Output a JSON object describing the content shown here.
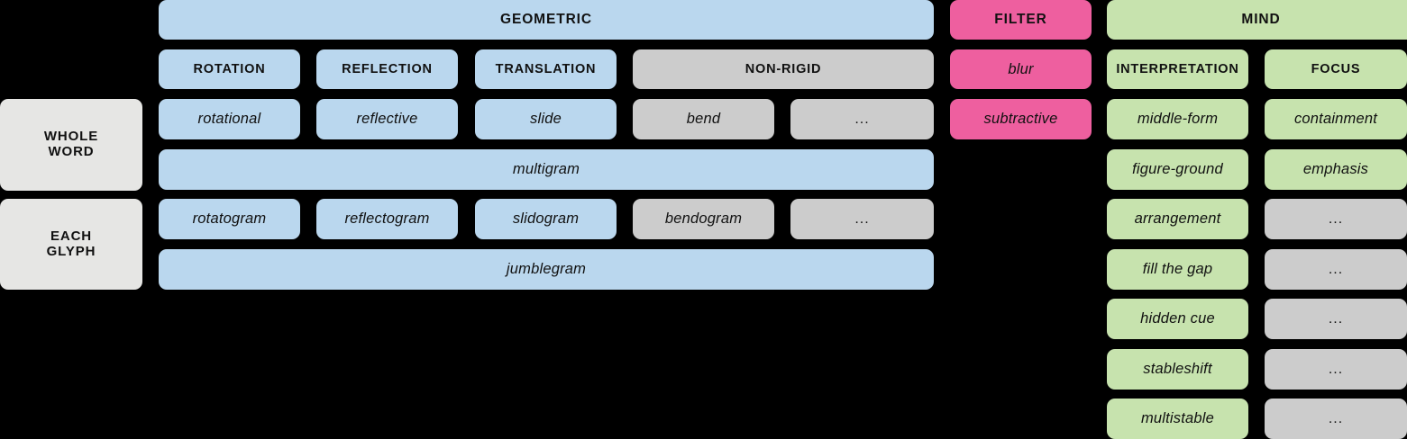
{
  "palette": {
    "background": "#000000",
    "blue": "#bad7ee",
    "pink": "#ee5f9f",
    "green": "#c7e3ae",
    "gray": "#cccccc",
    "label_gray": "#e6e6e4",
    "text": "#111111"
  },
  "row_labels": [
    {
      "id": "whole-word",
      "text": "WHOLE\nWORD"
    },
    {
      "id": "each-glyph",
      "text": "EACH\nGLYPH"
    }
  ],
  "groups": [
    {
      "id": "geometric",
      "label": "GEOMETRIC",
      "color": "blue"
    },
    {
      "id": "filter",
      "label": "FILTER",
      "color": "pink"
    },
    {
      "id": "mind",
      "label": "MIND",
      "color": "green"
    }
  ],
  "columns": [
    {
      "id": "rotation",
      "label": "ROTATION",
      "color": "blue"
    },
    {
      "id": "reflection",
      "label": "REFLECTION",
      "color": "blue"
    },
    {
      "id": "translation",
      "label": "TRANSLATION",
      "color": "blue"
    },
    {
      "id": "non-rigid",
      "label": "NON-RIGID",
      "color": "gray"
    },
    {
      "id": "blur",
      "label": "blur",
      "color": "pink"
    },
    {
      "id": "interpretation",
      "label": "INTERPRETATION",
      "color": "green"
    },
    {
      "id": "focus",
      "label": "FOCUS",
      "color": "green"
    }
  ],
  "cells": {
    "whole_word": [
      {
        "id": "rotational",
        "text": "rotational",
        "color": "blue"
      },
      {
        "id": "reflective",
        "text": "reflective",
        "color": "blue"
      },
      {
        "id": "slide",
        "text": "slide",
        "color": "blue"
      },
      {
        "id": "bend",
        "text": "bend",
        "color": "gray"
      },
      {
        "id": "nonrigid-more",
        "text": "...",
        "color": "gray"
      },
      {
        "id": "subtractive",
        "text": "subtractive",
        "color": "pink"
      }
    ],
    "whole_word_span": {
      "id": "multigram",
      "text": "multigram",
      "color": "blue"
    },
    "each_glyph": [
      {
        "id": "rotatogram",
        "text": "rotatogram",
        "color": "blue"
      },
      {
        "id": "reflectogram",
        "text": "reflectogram",
        "color": "blue"
      },
      {
        "id": "slidogram",
        "text": "slidogram",
        "color": "blue"
      },
      {
        "id": "bendogram",
        "text": "bendogram",
        "color": "gray"
      },
      {
        "id": "nonrigid-more-2",
        "text": "...",
        "color": "gray"
      }
    ],
    "each_glyph_span": {
      "id": "jumblegram",
      "text": "jumblegram",
      "color": "blue"
    },
    "interpretation": [
      {
        "id": "middle-form",
        "text": "middle-form",
        "color": "green"
      },
      {
        "id": "figure-ground",
        "text": "figure-ground",
        "color": "green"
      },
      {
        "id": "arrangement",
        "text": "arrangement",
        "color": "green"
      },
      {
        "id": "fill-the-gap",
        "text": "fill the gap",
        "color": "green"
      },
      {
        "id": "hidden-cue",
        "text": "hidden cue",
        "color": "green"
      },
      {
        "id": "stableshift",
        "text": "stableshift",
        "color": "green"
      },
      {
        "id": "multistable",
        "text": "multistable",
        "color": "green"
      }
    ],
    "focus": [
      {
        "id": "containment",
        "text": "containment",
        "color": "green"
      },
      {
        "id": "emphasis",
        "text": "emphasis",
        "color": "green"
      },
      {
        "id": "focus-more-1",
        "text": "...",
        "color": "gray"
      },
      {
        "id": "focus-more-2",
        "text": "...",
        "color": "gray"
      },
      {
        "id": "focus-more-3",
        "text": "...",
        "color": "gray"
      },
      {
        "id": "focus-more-4",
        "text": "...",
        "color": "gray"
      },
      {
        "id": "focus-more-5",
        "text": "...",
        "color": "gray"
      }
    ]
  }
}
